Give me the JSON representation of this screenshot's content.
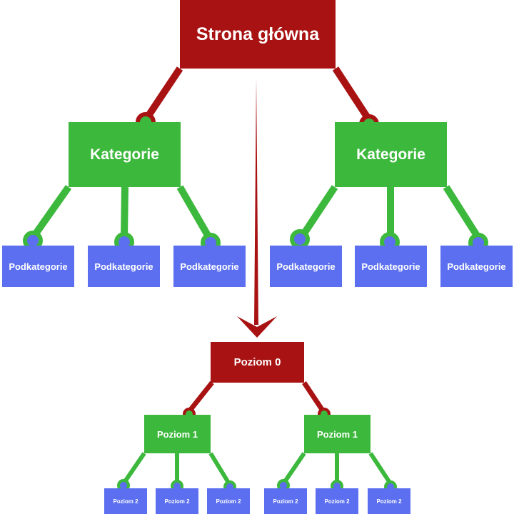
{
  "colors": {
    "root": "#a81212",
    "category": "#3cb83c",
    "subcategory": "#5b6ff0",
    "arrow": "#a81212"
  },
  "diagram": {
    "root_label": "Strona główna",
    "categories": [
      {
        "label": "Kategorie",
        "subcategories": [
          "Podkategorie",
          "Podkategorie",
          "Podkategorie"
        ]
      },
      {
        "label": "Kategorie",
        "subcategories": [
          "Podkategorie",
          "Podkategorie",
          "Podkategorie"
        ]
      }
    ],
    "level0_label": "Poziom 0",
    "level1": [
      {
        "label": "Poziom 1",
        "children": [
          "Poziom 2",
          "Poziom 2",
          "Poziom 2"
        ]
      },
      {
        "label": "Poziom 1",
        "children": [
          "Poziom 2",
          "Poziom 2",
          "Poziom 2"
        ]
      }
    ]
  }
}
